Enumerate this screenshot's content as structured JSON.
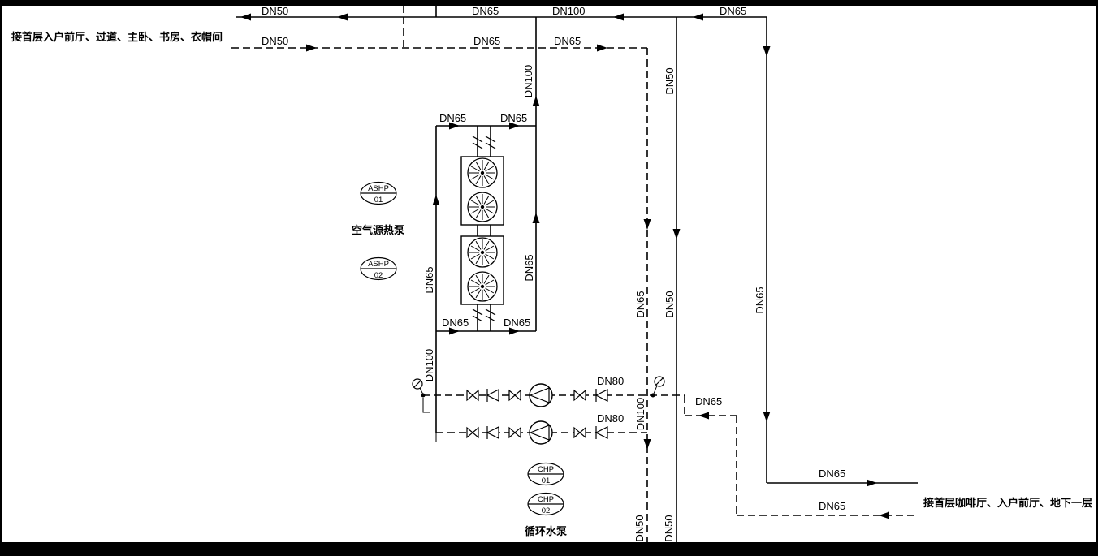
{
  "notes": {
    "top_left": "接首层入户前厅、过道、主卧、书房、衣帽间",
    "bottom_right": "接首层咖啡厅、入户前厅、地下一层"
  },
  "equipment": {
    "ashp_group_label": "空气源热泵",
    "chp_group_label": "循环水泵",
    "tags": [
      {
        "line1": "ASHP",
        "line2": "01"
      },
      {
        "line1": "ASHP",
        "line2": "02"
      },
      {
        "line1": "CHP",
        "line2": "01"
      },
      {
        "line1": "CHP",
        "line2": "02"
      }
    ]
  },
  "pipe_labels": {
    "top_dn50": "DN50",
    "top_dn65_a": "DN65",
    "top_dn100": "DN100",
    "top_dn65_b": "DN65",
    "ret_dn50": "DN50",
    "ret_dn65_a": "DN65",
    "ret_dn65_b": "DN65",
    "riser_supply_dn100": "DN100",
    "riser_dn50_upper": "DN50",
    "hp_in_left": "DN65",
    "hp_in_right": "DN65",
    "hp_riser_left": "DN65",
    "hp_riser_right": "DN65",
    "ret_riser_dn65": "DN65",
    "riser_dn50_lower": "DN50",
    "far_riser_dn65": "DN65",
    "hp_out_left": "DN65",
    "hp_out_right": "DN65",
    "pump_discharge_dn100": "DN100",
    "pump1_dn80": "DN80",
    "pump2_dn80": "DN80",
    "pump_header_dn100": "DN100",
    "right_return_dn65": "DN65",
    "supply_out_dn65": "DN65",
    "return_in_dn65": "DN65",
    "bottom_dn50_a": "DN50",
    "bottom_dn50_b": "DN50"
  },
  "colors": {
    "line": "#000000",
    "background": "#ffffff"
  }
}
